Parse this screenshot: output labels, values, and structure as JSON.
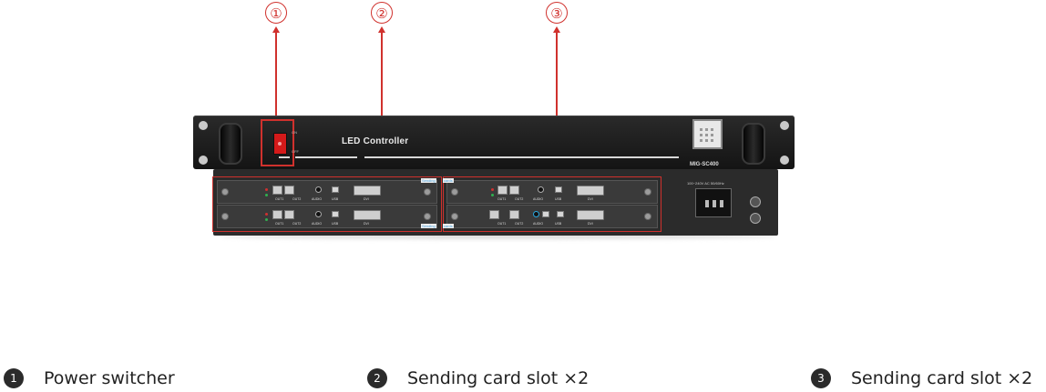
{
  "callouts": [
    "①",
    "②",
    "③"
  ],
  "device": {
    "front_title": "LED Controller",
    "model": "MIG-SC400",
    "switch_on": "ON",
    "switch_off": "OFF",
    "sending_label": "Sending",
    "cards_label": "cards",
    "ports": [
      "OUT1",
      "OUT2",
      "AUDIO",
      "USB",
      "DVI"
    ],
    "rating": "100~240V AC 50/60Hz"
  },
  "legend": [
    {
      "number": "1",
      "text": "Power switcher"
    },
    {
      "number": "2",
      "text": "Sending card slot ×2"
    },
    {
      "number": "3",
      "text": "Sending card slot ×2"
    }
  ],
  "colors": {
    "callout": "#d0312d",
    "legend_badge": "#2b2b2b"
  }
}
